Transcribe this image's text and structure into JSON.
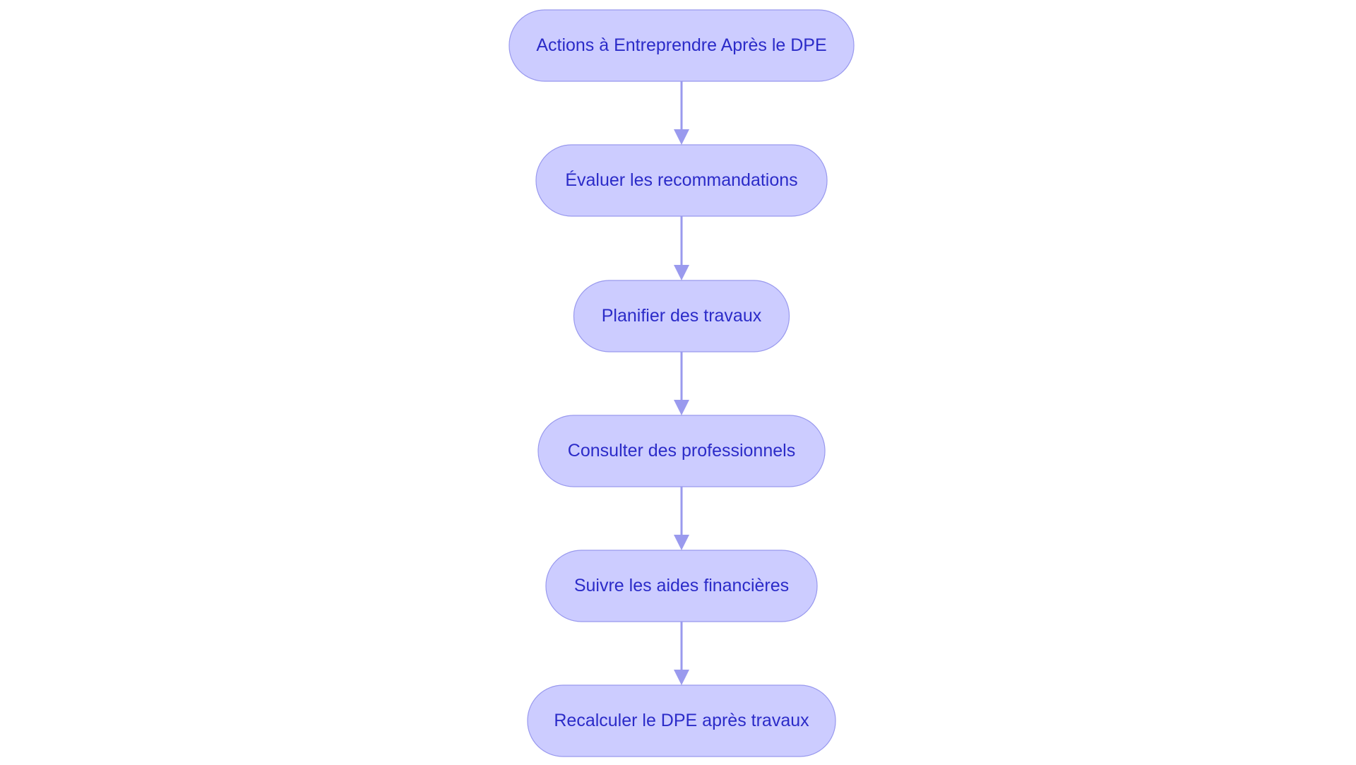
{
  "diagram": {
    "type": "flowchart",
    "direction": "top-to-bottom",
    "colors": {
      "node_fill": "#ccccff",
      "node_border": "#9999ee",
      "text": "#2b2bc8",
      "edge": "#9a9aee",
      "background": "#ffffff"
    },
    "nodes": [
      {
        "id": "n1",
        "label": "Actions à Entreprendre Après le DPE"
      },
      {
        "id": "n2",
        "label": "Évaluer les recommandations"
      },
      {
        "id": "n3",
        "label": "Planifier des travaux"
      },
      {
        "id": "n4",
        "label": "Consulter des professionnels"
      },
      {
        "id": "n5",
        "label": "Suivre les aides financières"
      },
      {
        "id": "n6",
        "label": "Recalculer le DPE après travaux"
      }
    ],
    "edges": [
      {
        "from": "n1",
        "to": "n2"
      },
      {
        "from": "n2",
        "to": "n3"
      },
      {
        "from": "n3",
        "to": "n4"
      },
      {
        "from": "n4",
        "to": "n5"
      },
      {
        "from": "n5",
        "to": "n6"
      }
    ]
  }
}
